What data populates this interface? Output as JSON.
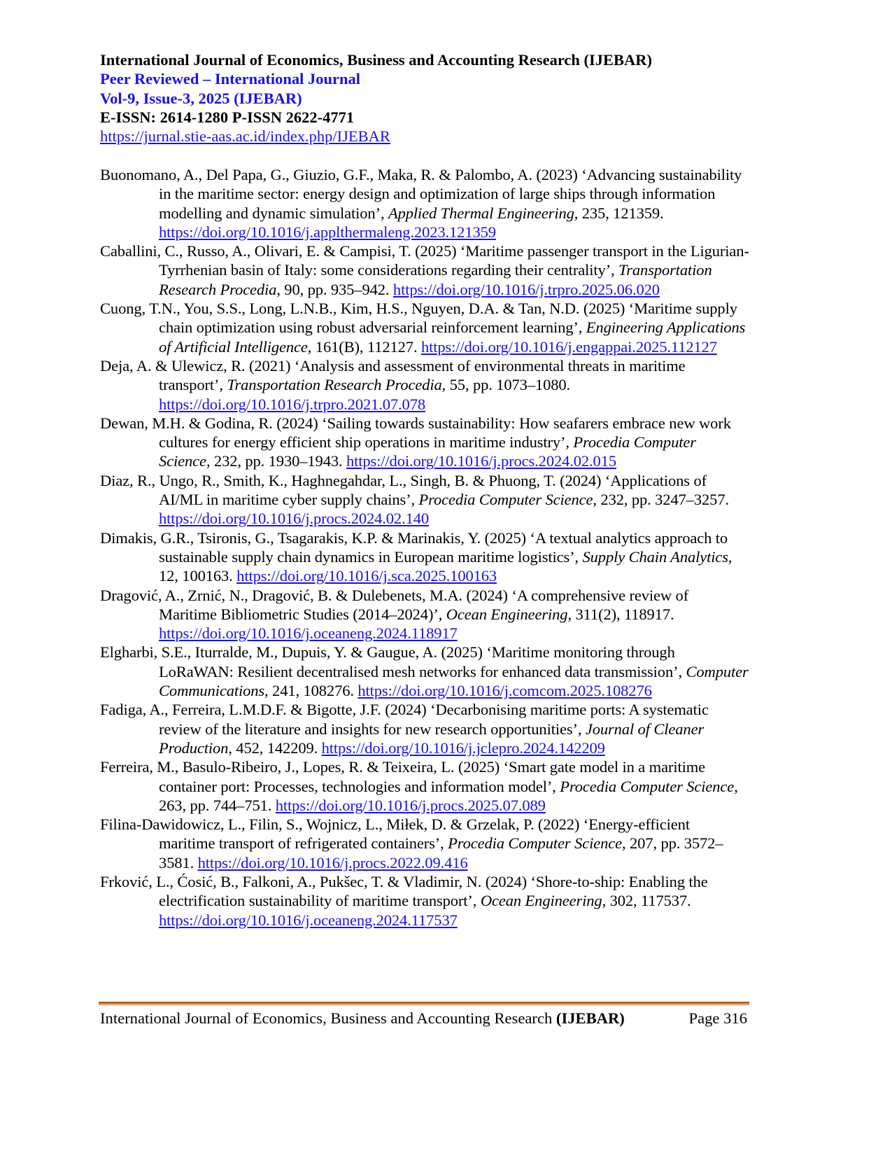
{
  "header": {
    "journal_title": "International Journal of Economics, Business and Accounting Research (IJEBAR)",
    "peer_reviewed": "Peer Reviewed – International Journal",
    "volume": "Vol-9, Issue-3, 2025 (IJEBAR)",
    "issn": "E-ISSN: 2614-1280 P-ISSN 2622-4771",
    "url": "https://jurnal.stie-aas.ac.id/index.php/IJEBAR"
  },
  "references": [
    {
      "pre": "Buonomano, A., Del Papa, G., Giuzio, G.F., Maka, R. & Palombo, A. (2023) ‘Advancing sustainability in the maritime sector: energy design and optimization of large ships through information modelling and dynamic simulation’, ",
      "journal": "Applied Thermal Engineering",
      "post": ", 235, 121359. ",
      "doi": "https://doi.org/10.1016/j.applthermaleng.2023.121359"
    },
    {
      "pre": "Caballini, C., Russo, A., Olivari, E. & Campisi, T. (2025) ‘Maritime passenger transport in the Ligurian-Tyrrhenian basin of Italy: some considerations regarding their centrality’, ",
      "journal": "Transportation Research Procedia",
      "post": ", 90, pp. 935–942. ",
      "doi": "https://doi.org/10.1016/j.trpro.2025.06.020"
    },
    {
      "pre": "Cuong, T.N., You, S.S., Long, L.N.B., Kim, H.S., Nguyen, D.A. & Tan, N.D. (2025) ‘Maritime supply chain optimization using robust adversarial reinforcement learning’, ",
      "journal": "Engineering Applications of Artificial Intelligence",
      "post": ", 161(B), 112127. ",
      "doi": "https://doi.org/10.1016/j.engappai.2025.112127"
    },
    {
      "pre": "Deja, A. & Ulewicz, R. (2021) ‘Analysis and assessment of environmental threats in maritime transport’, ",
      "journal": "Transportation Research Procedia",
      "post": ", 55, pp. 1073–1080. ",
      "doi": "https://doi.org/10.1016/j.trpro.2021.07.078"
    },
    {
      "pre": "Dewan, M.H. & Godina, R. (2024) ‘Sailing towards sustainability: How seafarers embrace new work cultures for energy efficient ship operations in maritime industry’, ",
      "journal": "Procedia Computer Science",
      "post": ", 232, pp. 1930–1943. ",
      "doi": "https://doi.org/10.1016/j.procs.2024.02.015"
    },
    {
      "pre": "Diaz, R., Ungo, R., Smith, K., Haghnegahdar, L., Singh, B. & Phuong, T. (2024) ‘Applications of AI/ML in maritime cyber supply chains’, ",
      "journal": "Procedia Computer Science",
      "post": ", 232, pp. 3247–3257. ",
      "doi": "https://doi.org/10.1016/j.procs.2024.02.140"
    },
    {
      "pre": "Dimakis, G.R., Tsironis, G., Tsagarakis, K.P. & Marinakis, Y. (2025) ‘A textual analytics approach to sustainable supply chain dynamics in European maritime logistics’, ",
      "journal": "Supply Chain Analytics",
      "post": ", 12, 100163. ",
      "doi": "https://doi.org/10.1016/j.sca.2025.100163"
    },
    {
      "pre": "Dragović, A., Zrnić, N., Dragović, B. & Dulebenets, M.A. (2024) ‘A comprehensive review of Maritime Bibliometric Studies (2014–2024)’, ",
      "journal": "Ocean Engineering",
      "post": ", 311(2), 118917. ",
      "doi": "https://doi.org/10.1016/j.oceaneng.2024.118917"
    },
    {
      "pre": "Elgharbi, S.E., Iturralde, M., Dupuis, Y. & Gaugue, A. (2025) ‘Maritime monitoring through LoRaWAN: Resilient decentralised mesh networks for enhanced data transmission’, ",
      "journal": "Computer Communications",
      "post": ", 241, 108276. ",
      "doi": "https://doi.org/10.1016/j.comcom.2025.108276"
    },
    {
      "pre": "Fadiga, A., Ferreira, L.M.D.F. & Bigotte, J.F. (2024) ‘Decarbonising maritime ports: A systematic review of the literature and insights for new research opportunities’, ",
      "journal": "Journal of Cleaner Production",
      "post": ", 452, 142209. ",
      "doi": "https://doi.org/10.1016/j.jclepro.2024.142209"
    },
    {
      "pre": "Ferreira, M., Basulo-Ribeiro, J., Lopes, R. & Teixeira, L. (2025) ‘Smart gate model in a maritime container port: Processes, technologies and information model’, ",
      "journal": "Procedia Computer Science",
      "post": ", 263, pp. 744–751. ",
      "doi": "https://doi.org/10.1016/j.procs.2025.07.089"
    },
    {
      "pre": "Filina-Dawidowicz, L., Filin, S., Wojnicz, L., Miłek, D. & Grzelak, P. (2022) ‘Energy-efficient maritime transport of refrigerated containers’, ",
      "journal": "Procedia Computer Science",
      "post": ", 207, pp. 3572–3581. ",
      "doi": "https://doi.org/10.1016/j.procs.2022.09.416"
    },
    {
      "pre": "Frković, L., Ćosić, B., Falkoni, A., Pukšec, T. & Vladimir, N. (2024) ‘Shore-to-ship: Enabling the electrification sustainability of maritime transport’, ",
      "journal": "Ocean Engineering",
      "post": ", 302, 117537. ",
      "doi": "https://doi.org/10.1016/j.oceaneng.2024.117537"
    }
  ],
  "footer": {
    "journal": "International Journal of Economics, Business and Accounting Research ",
    "abbr": "(IJEBAR)",
    "page": "Page 316"
  }
}
